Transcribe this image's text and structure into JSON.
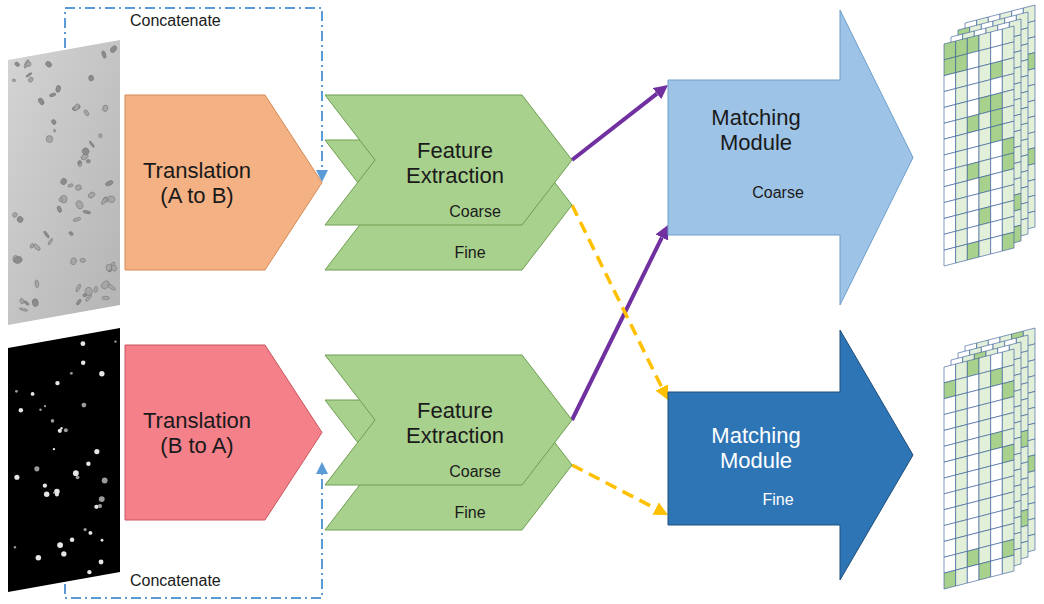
{
  "diagram": {
    "nodes": [
      {
        "text": [
          "Translation (A to B)"
        ]
      },
      {
        "text": [
          "Feature Extraction",
          "Coarse"
        ]
      },
      {
        "text": [
          "Fine"
        ]
      },
      {
        "text": [
          "Matching Module",
          "Coarse"
        ]
      },
      {
        "text": [
          "Translation (B to A)"
        ]
      },
      {
        "text": [
          "Feature Extraction",
          "Coarse"
        ]
      },
      {
        "text": [
          "Fine"
        ]
      },
      {
        "text": [
          "Matching Module",
          "Fine"
        ]
      }
    ],
    "edges": [
      {
        "from": 1,
        "to": 3,
        "arrow": "to"
      },
      {
        "from": 5,
        "to": 3,
        "arrow": "to"
      },
      {
        "from": 2,
        "to": 7,
        "arrow": "to"
      },
      {
        "from": 6,
        "to": 7,
        "arrow": "to"
      }
    ],
    "labels": [
      "Concatenate",
      "Concatenate"
    ]
  }
}
